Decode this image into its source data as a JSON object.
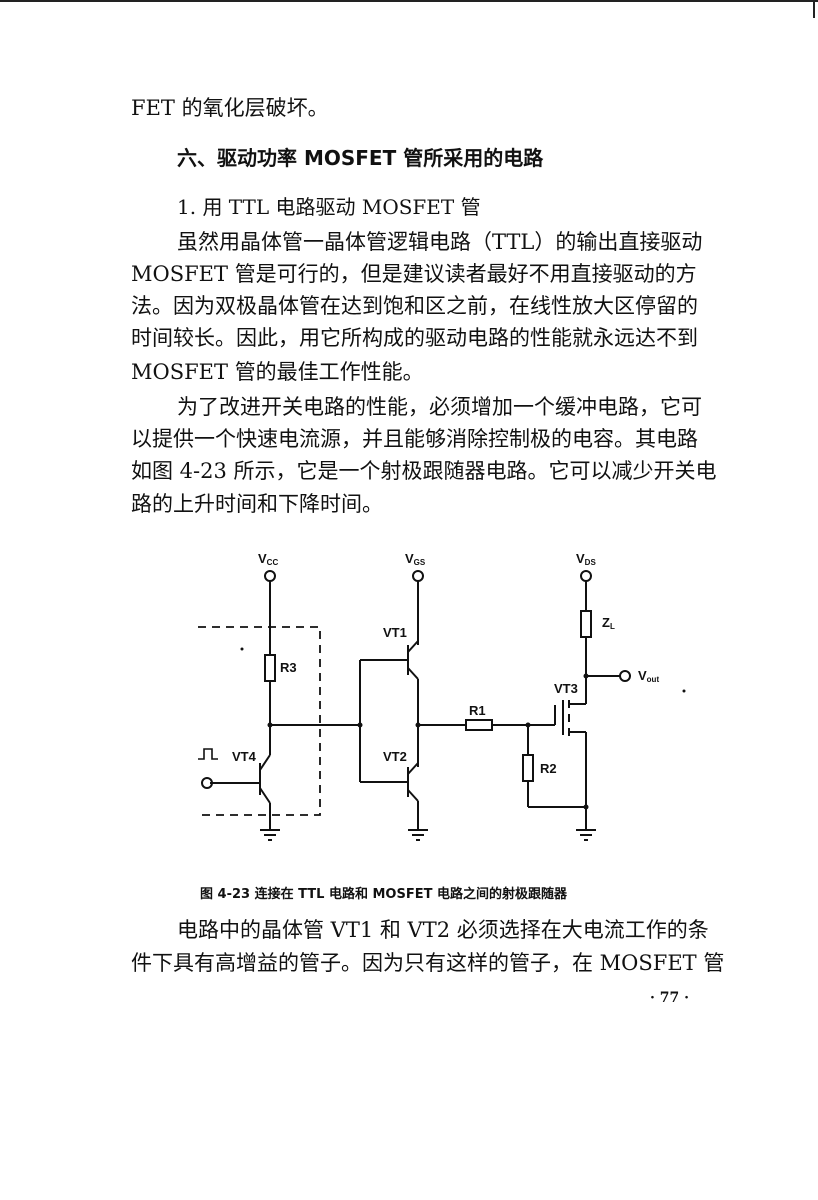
{
  "page": {
    "line1": "FET 的氧化层破坏。",
    "heading": "六、驱动功率 MOSFET 管所采用的电路",
    "subheading": "1. 用 TTL 电路驱动 MOSFET 管",
    "para1": [
      "虽然用晶体管一晶体管逻辑电路（TTL）的输出直接驱动",
      "MOSFET 管是可行的，但是建议读者最好不用直接驱动的方",
      "法。因为双极晶体管在达到饱和区之前，在线性放大区停留的",
      "时间较长。因此，用它所构成的驱动电路的性能就永远达不到",
      "MOSFET 管的最佳工作性能。"
    ],
    "para2": [
      "为了改进开关电路的性能，必须增加一个缓冲电路，它可",
      "以提供一个快速电流源，并且能够消除控制极的电容。其电路",
      "如图 4-23 所示，它是一个射极跟随器电路。它可以减少开关电",
      "路的上升时间和下降时间。"
    ],
    "caption": "图 4-23   连接在 TTL 电路和 MOSFET 电路之间的射极跟随器",
    "para3": [
      "电路中的晶体管 VT1 和 VT2 必须选择在大电流工作的条",
      "件下具有高增益的管子。因为只有这样的管子，在 MOSFET 管"
    ],
    "page_number": "· 77 ·"
  },
  "circuit": {
    "vcc": "V",
    "vcc_sub": "CC",
    "vgs": "V",
    "vgs_sub": "GS",
    "vds": "V",
    "vds_sub": "DS",
    "vout": "V",
    "vout_sub": "out",
    "r3": "R3",
    "r1": "R1",
    "r2": "R2",
    "zl": "Z",
    "zl_sub": "L",
    "vt1": "VT1",
    "vt2": "VT2",
    "vt3": "VT3",
    "vt4": "VT4"
  }
}
